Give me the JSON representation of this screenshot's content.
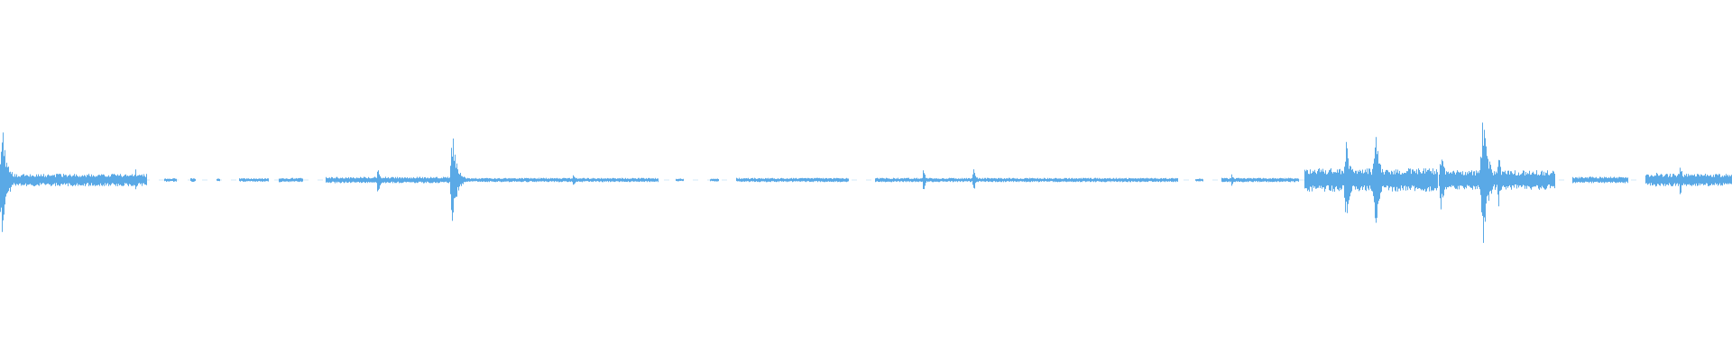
{
  "waveform": {
    "color": "#5aa9e6",
    "segments": [
      {
        "start": 0.0,
        "end": 0.085,
        "level": 0.035
      },
      {
        "start": 0.095,
        "end": 0.102,
        "level": 0.01
      },
      {
        "start": 0.11,
        "end": 0.113,
        "level": 0.01
      },
      {
        "start": 0.125,
        "end": 0.127,
        "level": 0.008
      },
      {
        "start": 0.138,
        "end": 0.155,
        "level": 0.01
      },
      {
        "start": 0.161,
        "end": 0.175,
        "level": 0.012
      },
      {
        "start": 0.188,
        "end": 0.26,
        "level": 0.018
      },
      {
        "start": 0.262,
        "end": 0.38,
        "level": 0.012
      },
      {
        "start": 0.39,
        "end": 0.395,
        "level": 0.008
      },
      {
        "start": 0.41,
        "end": 0.415,
        "level": 0.008
      },
      {
        "start": 0.425,
        "end": 0.49,
        "level": 0.012
      },
      {
        "start": 0.505,
        "end": 0.68,
        "level": 0.012
      },
      {
        "start": 0.69,
        "end": 0.695,
        "level": 0.008
      },
      {
        "start": 0.705,
        "end": 0.75,
        "level": 0.012
      },
      {
        "start": 0.753,
        "end": 0.83,
        "level": 0.065
      },
      {
        "start": 0.832,
        "end": 0.898,
        "level": 0.055
      },
      {
        "start": 0.908,
        "end": 0.94,
        "level": 0.018
      },
      {
        "start": 0.95,
        "end": 1.0,
        "level": 0.035
      }
    ],
    "peaks": [
      {
        "at": 0.001,
        "amp": 0.34
      },
      {
        "at": 0.078,
        "amp": 0.07
      },
      {
        "at": 0.218,
        "amp": 0.09
      },
      {
        "at": 0.261,
        "amp": 0.28
      },
      {
        "at": 0.331,
        "amp": 0.05
      },
      {
        "at": 0.533,
        "amp": 0.07
      },
      {
        "at": 0.562,
        "amp": 0.08
      },
      {
        "at": 0.711,
        "amp": 0.04
      },
      {
        "at": 0.777,
        "amp": 0.26
      },
      {
        "at": 0.794,
        "amp": 0.3
      },
      {
        "at": 0.832,
        "amp": 0.2
      },
      {
        "at": 0.856,
        "amp": 0.38
      },
      {
        "at": 0.865,
        "amp": 0.16
      },
      {
        "at": 0.956,
        "amp": 0.07
      },
      {
        "at": 0.97,
        "amp": 0.1
      }
    ]
  }
}
